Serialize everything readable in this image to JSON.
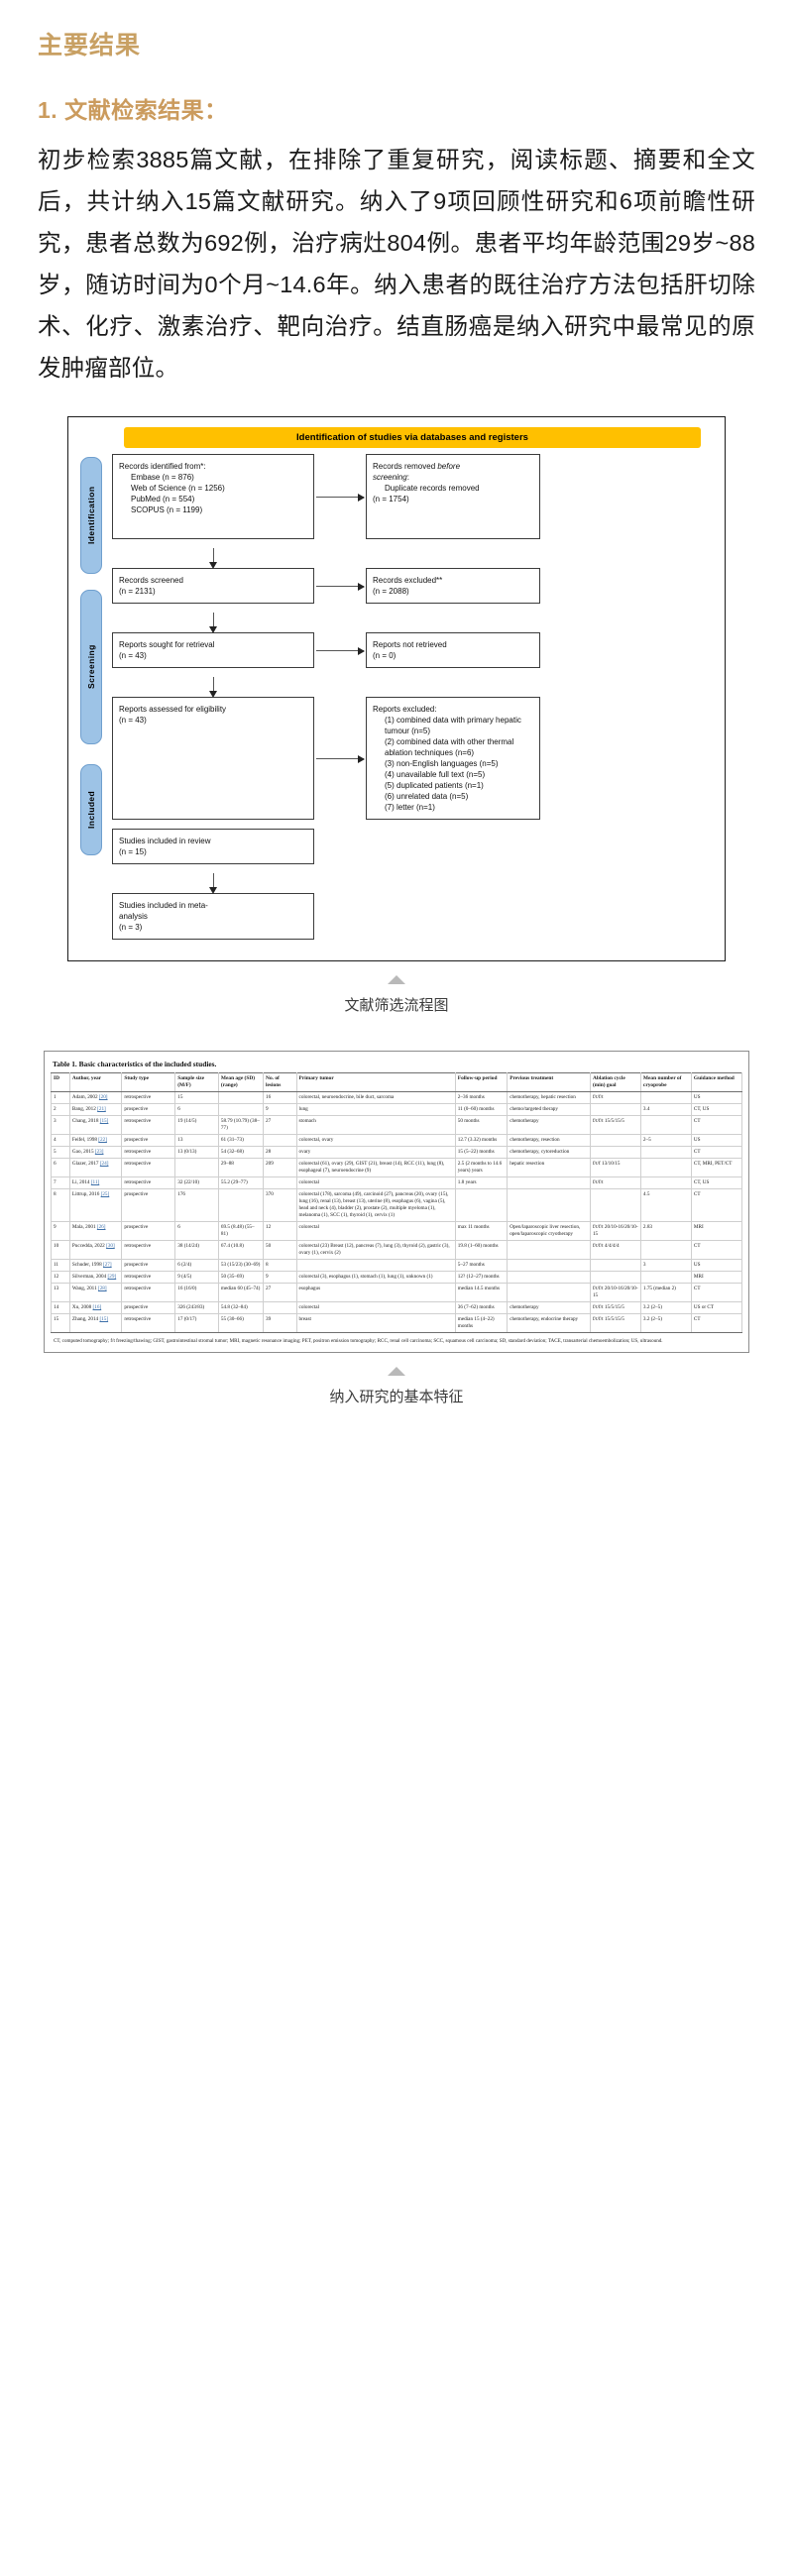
{
  "article": {
    "section_title": "主要结果",
    "sub_title": "1. 文献检索结果：",
    "paragraph": "初步检索3885篇文献，在排除了重复研究，阅读标题、摘要和全文后，共计纳入15篇文献研究。纳入了9项回顾性研究和6项前瞻性研究，患者总数为692例，治疗病灶804例。患者平均年龄范围29岁~88岁，随访时间为0个月~14.6年。纳入患者的既往治疗方法包括肝切除术、化疗、激素治疗、靶向治疗。结直肠癌是纳入研究中最常见的原发肿瘤部位。"
  },
  "colors": {
    "heading_gold": "#c8a063",
    "subheading_gold": "#cb9b5d",
    "banner_amber": "#ffc000",
    "phase_blue": "#9dc3e6",
    "link_blue": "#3b6ea8"
  },
  "figure": {
    "caption": "文献筛选流程图",
    "banner": "Identification of studies via databases and registers",
    "phases": [
      {
        "label": "Identification"
      },
      {
        "label": "Screening"
      },
      {
        "label": "Included"
      }
    ],
    "boxes": {
      "identified_title": "Records identified from*:",
      "identified_items": [
        "Embase (n = 876)",
        "Web of Science (n = 1256)",
        "PubMed (n = 554)",
        "SCOPUS (n = 1199)"
      ],
      "removed_line1": "Records removed ",
      "removed_italic": "before",
      "removed_line2": "screening",
      "removed_colon": ":",
      "removed_item1": "Duplicate records removed",
      "removed_item2": "(n = 1754)",
      "screened_l1": "Records screened",
      "screened_l2": "(n = 2131)",
      "excluded_l1": "Records excluded**",
      "excluded_l2": "(n = 2088)",
      "sought_l1": "Reports sought for retrieval",
      "sought_l2": "(n = 43)",
      "notretrieved_l1": "Reports not retrieved",
      "notretrieved_l2": "(n = 0)",
      "assessed_l1": "Reports assessed for eligibility",
      "assessed_l2": "(n = 43)",
      "repexcl_title": "Reports excluded:",
      "repexcl_items": [
        "(1) combined data with primary hepatic tumour (n=5)",
        "(2) combined data with other thermal ablation techniques (n=6)",
        "(3) non-English languages (n=5)",
        "(4) unavailable full text (n=5)",
        "(5) duplicated patients (n=1)",
        "(6) unrelated data (n=5)",
        "(7) letter (n=1)"
      ],
      "inc_review_l1": "Studies included in review",
      "inc_review_l2": "(n = 15)",
      "inc_meta_l1": "Studies included in meta-",
      "inc_meta_l2": "analysis",
      "inc_meta_l3": "(n = 3)"
    }
  },
  "table": {
    "caption": "纳入研究的基本特征",
    "title": "Table 1. Basic characteristics of the included studies.",
    "headers": [
      "ID",
      "Author, year",
      "Study type",
      "Sample size (M/F)",
      "Mean age (SD) (range)",
      "No. of lesions",
      "Primary tumor",
      "Follow-up period",
      "Previous treatment",
      "Ablation cycle (min) goal",
      "Mean number of cryoprobe",
      "Guidance method"
    ],
    "rows": [
      {
        "id": "1",
        "author": "Adam, 2002",
        "ref": "[20]",
        "type": "retrospective",
        "size": "15",
        "age": "",
        "lesions": "16",
        "tumor": "colorectal, neuroendocrine, bile duct, sarcoma",
        "followup": "2–36 months",
        "previous": "chemotherapy, hepatic resection",
        "ablation": "f/t/f/t",
        "cryo": "",
        "guidance": "US"
      },
      {
        "id": "2",
        "author": "Bang, 2012",
        "ref": "[21]",
        "type": "prospective",
        "size": "6",
        "age": "",
        "lesions": "9",
        "tumor": "lung",
        "followup": "11 (0–60) months",
        "previous": "chemo/targeted therapy",
        "ablation": "",
        "cryo": "3.4",
        "guidance": "CT, US"
      },
      {
        "id": "3",
        "author": "Chang, 2018",
        "ref": "[15]",
        "type": "retrospective",
        "size": "19 (14/5)",
        "age": "58.79 (10.79) (38–77)",
        "lesions": "27",
        "tumor": "stomach",
        "followup": "50 months",
        "previous": "chemotherapy",
        "ablation": "f/t/f/t 15/5/15/5",
        "cryo": "",
        "guidance": "CT"
      },
      {
        "id": "4",
        "author": "Feifel, 1998",
        "ref": "[22]",
        "type": "prospective",
        "size": "13",
        "age": "61 (31–73)",
        "lesions": "",
        "tumor": "colorectal, ovary",
        "followup": "12.7 (3.32) months",
        "previous": "chemotherapy, resection",
        "ablation": "",
        "cryo": "2–5",
        "guidance": "US"
      },
      {
        "id": "5",
        "author": "Gao, 2015",
        "ref": "[23]",
        "type": "retrospective",
        "size": "13 (0/13)",
        "age": "54 (32–68)",
        "lesions": "28",
        "tumor": "ovary",
        "followup": "15 (5–22) months",
        "previous": "chemotherapy, cytoreduction",
        "ablation": "",
        "cryo": "",
        "guidance": "CT"
      },
      {
        "id": "6",
        "author": "Glazer, 2017",
        "ref": "[24]",
        "type": "retrospective",
        "size": "",
        "age": "29–88",
        "lesions": "209",
        "tumor": "colorectal (61), ovary (29), GIST (21), breast (14), RCC (11), lung (8), esophageal (7), neuroendocrine (9)",
        "followup": "2.5 (2 months to 14.6 years) years",
        "previous": "hepatic resection",
        "ablation": "f/t/f 13/10/15",
        "cryo": "",
        "guidance": "CT, MRI, PET/CT"
      },
      {
        "id": "7",
        "author": "Li, 2014",
        "ref": "[11]",
        "type": "retrospective",
        "size": "32 (22/10)",
        "age": "55.2 (29–77)",
        "lesions": "",
        "tumor": "colorectal",
        "followup": "1.8 years",
        "previous": "",
        "ablation": "f/t/f/t",
        "cryo": "",
        "guidance": "CT, US"
      },
      {
        "id": "8",
        "author": "Littrup, 2016",
        "ref": "[25]",
        "type": "prospective",
        "size": "176",
        "age": "",
        "lesions": "370",
        "tumor": "colorectal (178), sarcoma (49), carcinoid (27), pancreas (20), ovary (15), lung (16), renal (13), breast (13), uterine (8), esophagus (6), vagina (5), head and neck (4), bladder (2), prostate (2), multiple myeloma (1), melanoma (1), SCC (1), thyroid (1), cervix (1)",
        "followup": "",
        "previous": "",
        "ablation": "",
        "cryo": "4.5",
        "guidance": "CT"
      },
      {
        "id": "9",
        "author": "Mala, 2001",
        "ref": "[26]",
        "type": "prospective",
        "size": "6",
        "age": "69.5 (8.48) (55–81)",
        "lesions": "12",
        "tumor": "colorectal",
        "followup": "max 11 months",
        "previous": "Open/laparoscopic liver resection, open/laparoscopic cryotherapy",
        "ablation": "f/t/f/t 20/10-16/20/10-15",
        "cryo": "2.83",
        "guidance": "MRI"
      },
      {
        "id": "10",
        "author": "Puccedda, 2022",
        "ref": "[30]",
        "type": "retrospective",
        "size": "38 (14/24)",
        "age": "67.4 (10.8)",
        "lesions": "50",
        "tumor": "colorectal (23) Breast (12), pancreas (7), lung (3), thyroid (2), gastric (3), ovary (1), cervix (2)",
        "followup": "19.8 (1–60) months",
        "previous": "",
        "ablation": "f/t/f/t 4/4/4/4",
        "cryo": "",
        "guidance": "CT"
      },
      {
        "id": "11",
        "author": "Schuder, 1998",
        "ref": "[27]",
        "type": "prospective",
        "size": "6 (2/4)",
        "age": "53 (15/23) (30–69)",
        "lesions": "8",
        "tumor": "",
        "followup": "5–27 months",
        "previous": "",
        "ablation": "",
        "cryo": "3",
        "guidance": "US"
      },
      {
        "id": "12",
        "author": "Silverman, 2004",
        "ref": "[29]",
        "type": "retrospective",
        "size": "9 (4/5)",
        "age": "50 (35–69)",
        "lesions": "9",
        "tumor": "colorectal (3), esophagus (1), stomach (1), lung (1), unknown (1)",
        "followup": "12? (12–27) months",
        "previous": "",
        "ablation": "",
        "cryo": "",
        "guidance": "MRI"
      },
      {
        "id": "13",
        "author": "Wang, 2011",
        "ref": "[28]",
        "type": "retrospective",
        "size": "16 (16/0)",
        "age": "median 60 (45–74)",
        "lesions": "27",
        "tumor": "esophagus",
        "followup": "median 14.5 months",
        "previous": "",
        "ablation": "f/t/f/t 20/10-16/20/10-15",
        "cryo": "1.75 (median 2)",
        "guidance": "CT"
      },
      {
        "id": "14",
        "author": "Xu, 2008",
        "ref": "[16]",
        "type": "prospective",
        "size": "326 (243/83)",
        "age": "54.8 (32–84)",
        "lesions": "",
        "tumor": "colorectal",
        "followup": "36 (7–62) months",
        "previous": "chemotherapy",
        "ablation": "f/t/f/t 15/5/15/5",
        "cryo": "3.2 (2–5)",
        "guidance": "US or CT"
      },
      {
        "id": "15",
        "author": "Zhang, 2014",
        "ref": "[15]",
        "type": "retrospective",
        "size": "17 (0/17)",
        "age": "55 (30–66)",
        "lesions": "39",
        "tumor": "breast",
        "followup": "median 15 (4–22) months",
        "previous": "chemotherapy, endocrine therapy",
        "ablation": "f/t/f/t 15/5/15/5",
        "cryo": "3.2 (2–5)",
        "guidance": "CT"
      }
    ],
    "footnote": "CT, computed tomography; f/t freezing/thawing; GIST, gastrointestinal stromal tumor; MRI, magnetic resonance imaging; PET, positron emission tomography; RCC, renal cell carcinoma; SCC, squamous cell carcinoma; SD, standard deviation; TACE, transarterial chemoembolization; US, ultrasound."
  }
}
